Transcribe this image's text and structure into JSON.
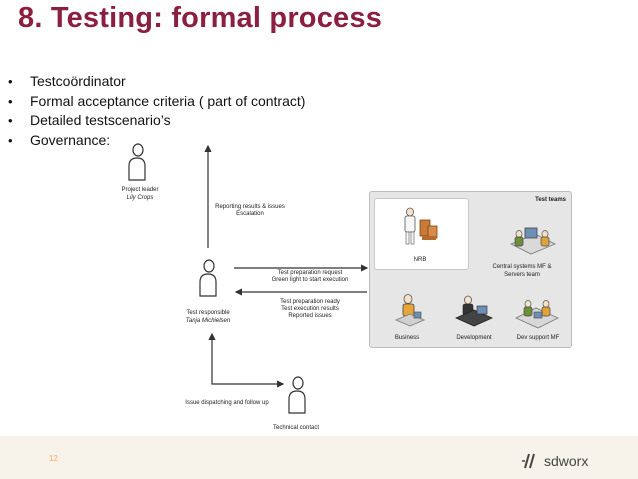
{
  "slide": {
    "title": "8. Testing: formal process",
    "bullets": [
      "Testcoördinator",
      "Formal acceptance criteria  ( part of contract)",
      "Detailed  testscenario’s",
      "Governance:"
    ],
    "page_number": "12"
  },
  "diagram": {
    "project_leader": {
      "role": "Project leader",
      "name": "Lily Crops"
    },
    "test_responsible": {
      "role": "Test responsible",
      "name": "Tanja Michielsen"
    },
    "technical_contact": {
      "role": "Technical contact"
    },
    "reporting_label": [
      "Reporting results & issues",
      "Escalation"
    ],
    "prep_request_label": [
      "Test preparation request",
      "Green light to start execution"
    ],
    "prep_ready_label": [
      "Test preparation ready",
      "Test execution results",
      "Reported issues"
    ],
    "issue_label": "Issue dispatching and follow up",
    "test_teams": {
      "title": "Test teams",
      "nrb": "NRB",
      "central": [
        "Central systems MF &",
        "Servers team"
      ],
      "business": "Business",
      "development": "Development",
      "dev_support": "Dev support MF"
    }
  },
  "brand": {
    "logo_text": "sdworx",
    "accent": "#8b1f3f",
    "footer_bg": "#f7f2ea",
    "page_no_color": "#f2a95e"
  }
}
